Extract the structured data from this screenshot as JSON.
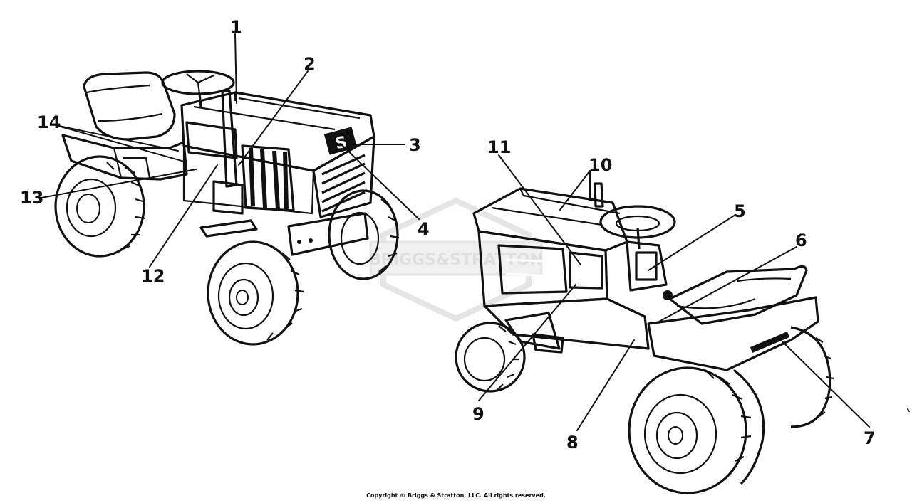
{
  "callouts": [
    "1",
    "2",
    "3",
    "4",
    "5",
    "6",
    "7",
    "8",
    "9",
    "10",
    "11",
    "12",
    "13",
    "14"
  ],
  "watermark": "BRIGGS&STRATTON",
  "copyright": "Copyright © Briggs & Stratton, LLC. All rights reserved.",
  "hood_badge": "S",
  "colors": {
    "ink": "#111111",
    "watermark": "#e6e6e6",
    "background": "#ffffff"
  }
}
